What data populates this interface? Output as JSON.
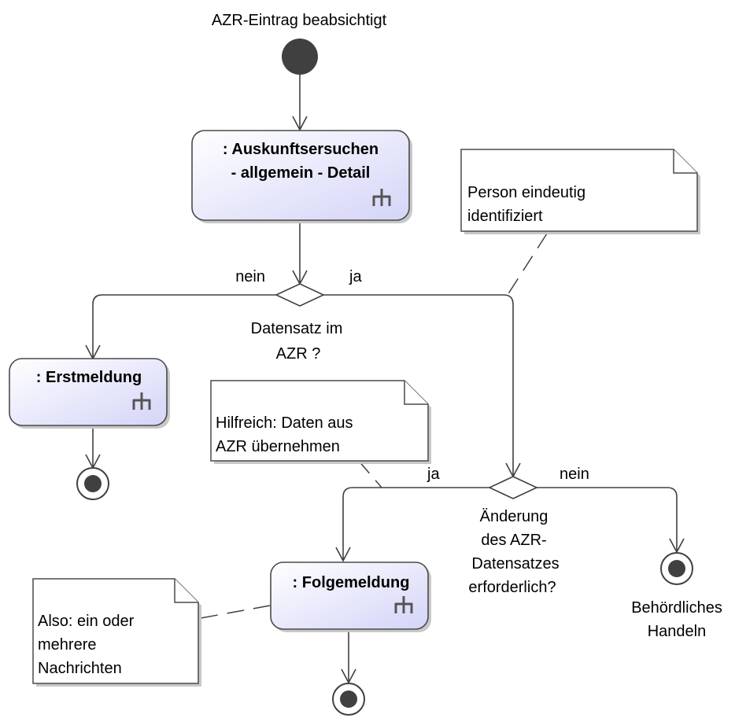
{
  "start_label": "AZR-Eintrag beabsichtigt",
  "actions": {
    "auskunft": {
      "line1": ": Auskunftsersuchen",
      "line2": "- allgemein - Detail"
    },
    "erstmeldung": {
      "line1": ": Erstmeldung"
    },
    "folgemeldung": {
      "line1": ": Folgemeldung"
    }
  },
  "decisions": {
    "datensatz": {
      "line1": "Datensatz im",
      "line2": "AZR ?",
      "no": "nein",
      "yes": "ja"
    },
    "aenderung": {
      "line1": "Änderung",
      "line2": "des AZR-",
      "line3": "Datensatzes",
      "line4": "erforderlich?",
      "no": "nein",
      "yes": "ja"
    }
  },
  "notes": {
    "person": {
      "line1": "Person eindeutig",
      "line2": "identifiziert"
    },
    "hilfreich": {
      "line1": "Hilfreich: Daten aus",
      "line2": "AZR übernehmen"
    },
    "also": {
      "line1": "Also: ein oder",
      "line2": "mehrere",
      "line3": "Nachrichten"
    }
  },
  "end_label": {
    "line1": "Behördliches",
    "line2": "Handeln"
  },
  "colors": {
    "action_fill_start": "#ffffff",
    "action_fill_end": "#d4d4f8",
    "initial_node": "#404040"
  }
}
